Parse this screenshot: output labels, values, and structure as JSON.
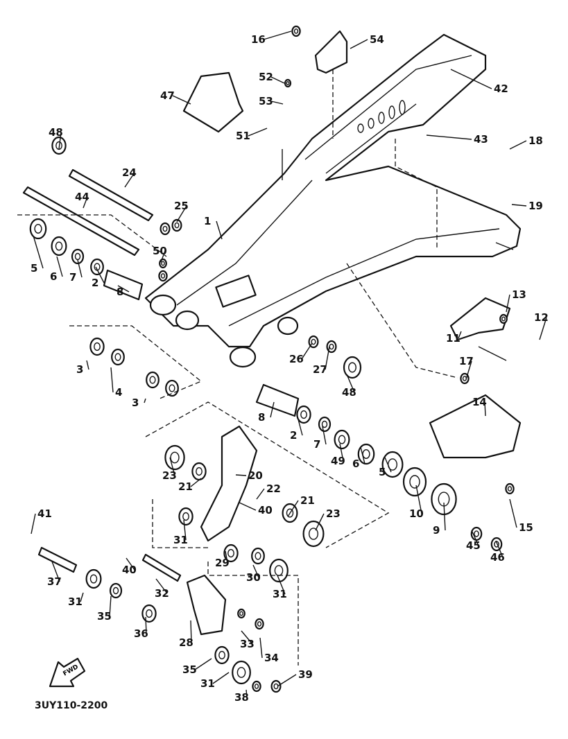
{
  "diagram": {
    "part_code": "3UY110-2200",
    "direction_badge": "FWD",
    "callouts": [
      "16",
      "54",
      "52",
      "53",
      "47",
      "42",
      "51",
      "43",
      "48",
      "24",
      "18",
      "25",
      "44",
      "19",
      "1",
      "50",
      "5",
      "6",
      "7",
      "2",
      "8",
      "13",
      "12",
      "11",
      "3",
      "26",
      "27",
      "48",
      "17",
      "4",
      "3",
      "14",
      "8",
      "2",
      "7",
      "49",
      "6",
      "5",
      "23",
      "21",
      "20",
      "22",
      "21",
      "23",
      "10",
      "9",
      "41",
      "31",
      "40",
      "45",
      "46",
      "15",
      "40",
      "37",
      "29",
      "30",
      "31",
      "32",
      "31",
      "35",
      "36",
      "28",
      "33",
      "34",
      "35",
      "31",
      "38",
      "39"
    ]
  }
}
